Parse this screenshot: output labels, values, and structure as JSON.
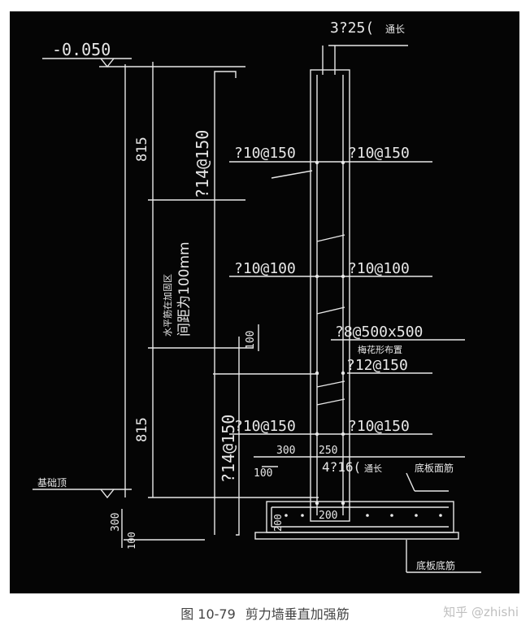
{
  "caption": {
    "figure_no": "图 10-79",
    "title": "剪力墙垂直加强筋"
  },
  "watermark": "知乎 @zhishi",
  "labels": {
    "elevation_top": "-0.050",
    "top_bars": "3?25(",
    "top_bars_note": "通长",
    "dim_815_upper": "815",
    "dim_815_lower": "815",
    "bar_214_upper": "?14@150",
    "bar_214_lower": "?14@150",
    "note_horizontal_1": "水平筋在加固区",
    "note_horizontal_2": "间距为100mm",
    "left_10_150_upper": "?10@150",
    "right_10_150_upper": "?10@150",
    "left_10_100": "?10@100",
    "right_10_100": "?10@100",
    "tie_8": "?8@500x500",
    "tie_8_note": "梅花形布置",
    "bar_12_150": "?12@150",
    "dim_100_mid": "100",
    "left_10_150_lower": "?10@150",
    "right_10_150_lower": "?10@150",
    "dim_300": "300",
    "dim_250": "250",
    "bottom_bars": "4?16(",
    "bottom_bars_note": "通长",
    "dim_100_low": "100",
    "slab_top_bars": "底板面筋",
    "foundation_top": "基础顶",
    "dim_300_vertical": "300",
    "dim_200_vertical": "200",
    "dim_200_horizontal": "200",
    "dim_100_bottom": "100",
    "slab_bottom_bars": "底板底筋"
  }
}
